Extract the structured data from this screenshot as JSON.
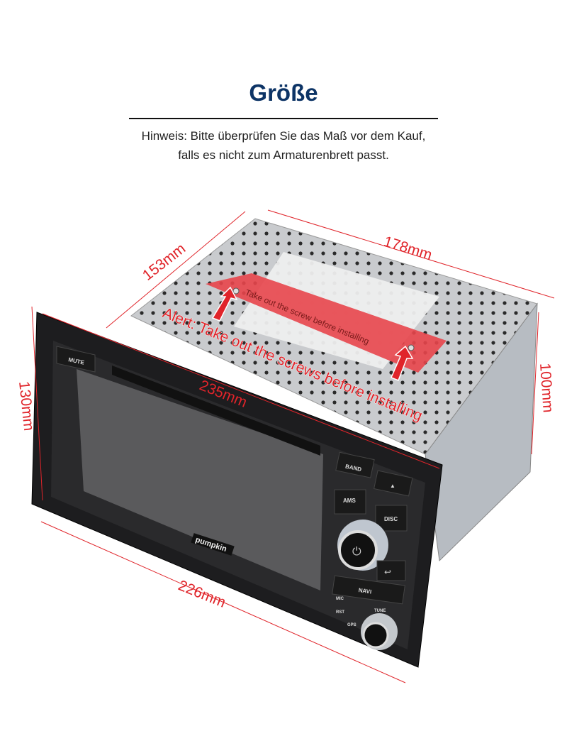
{
  "header": {
    "title": "Größe",
    "note_line1": "Hinweis: Bitte überprüfen Sie das Maß vor dem Kauf,",
    "note_line2": "falls es nicht zum Armaturenbrett passt."
  },
  "dimensions": {
    "depth": "153mm",
    "width_top": "178mm",
    "height_side": "100mm",
    "height_front": "130mm",
    "width_bottom": "226mm",
    "width_front": "235mm"
  },
  "alert": {
    "text": "Alert: Take out the screws before installing",
    "sticker_text": "Take out the screw before installing"
  },
  "device": {
    "brand_logo": "pumpkin",
    "buttons": [
      "MUTE",
      "BAND",
      "AMS",
      "DISC",
      "NAVI",
      "TUNE",
      "MIC",
      "RST",
      "GPS"
    ],
    "eject_icon": "eject-icon",
    "power_icon": "power-icon",
    "back_icon": "back-arrow-icon"
  },
  "colors": {
    "title": "#0d3466",
    "dimension": "#e0242a"
  }
}
